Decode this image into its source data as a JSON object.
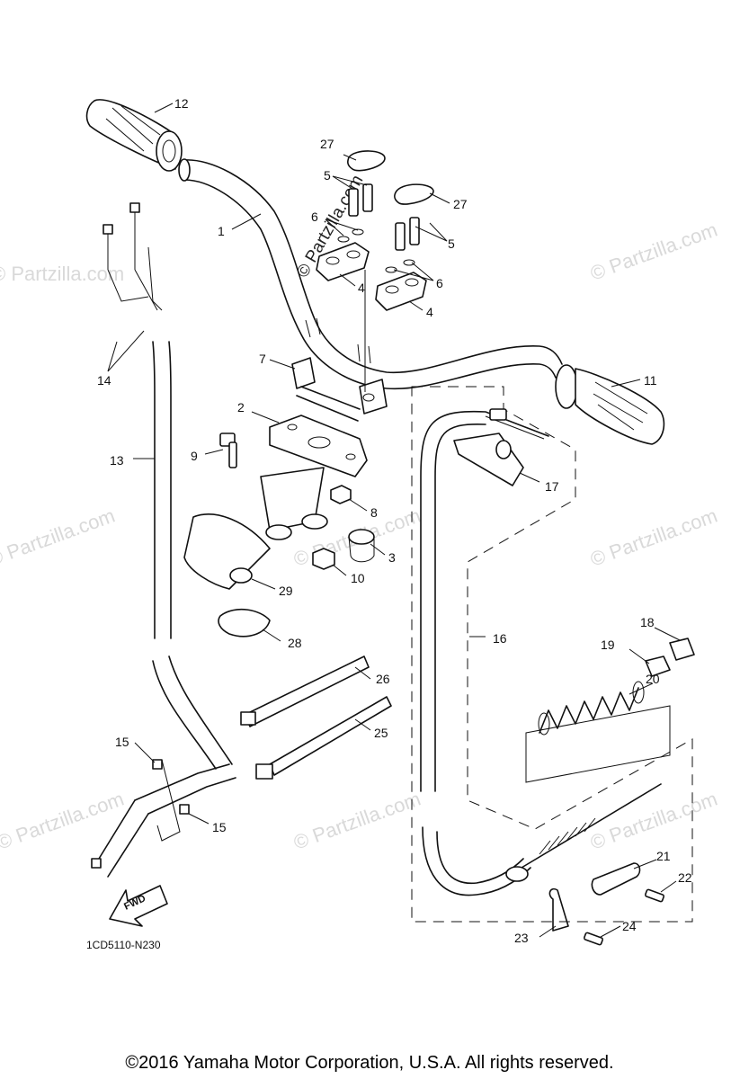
{
  "watermark": "© Partzilla.com",
  "callouts": {
    "c1": "1",
    "c2": "2",
    "c3": "3",
    "c4a": "4",
    "c4b": "4",
    "c5a": "5",
    "c5b": "5",
    "c6a": "6",
    "c6b": "6",
    "c7": "7",
    "c8": "8",
    "c9": "9",
    "c10": "10",
    "c11": "11",
    "c12": "12",
    "c13": "13",
    "c14": "14",
    "c15a": "15",
    "c15b": "15",
    "c16": "16",
    "c17": "17",
    "c18": "18",
    "c19": "19",
    "c20": "20",
    "c21": "21",
    "c22": "22",
    "c23": "23",
    "c24": "24",
    "c25": "25",
    "c26": "26",
    "c27a": "27",
    "c27b": "27",
    "c28": "28",
    "c29": "29"
  },
  "fwd_label": "FWD",
  "diagram_code": "1CD5110-N230",
  "copyright": "©2016 Yamaha Motor Corporation, U.S.A. All rights reserved."
}
